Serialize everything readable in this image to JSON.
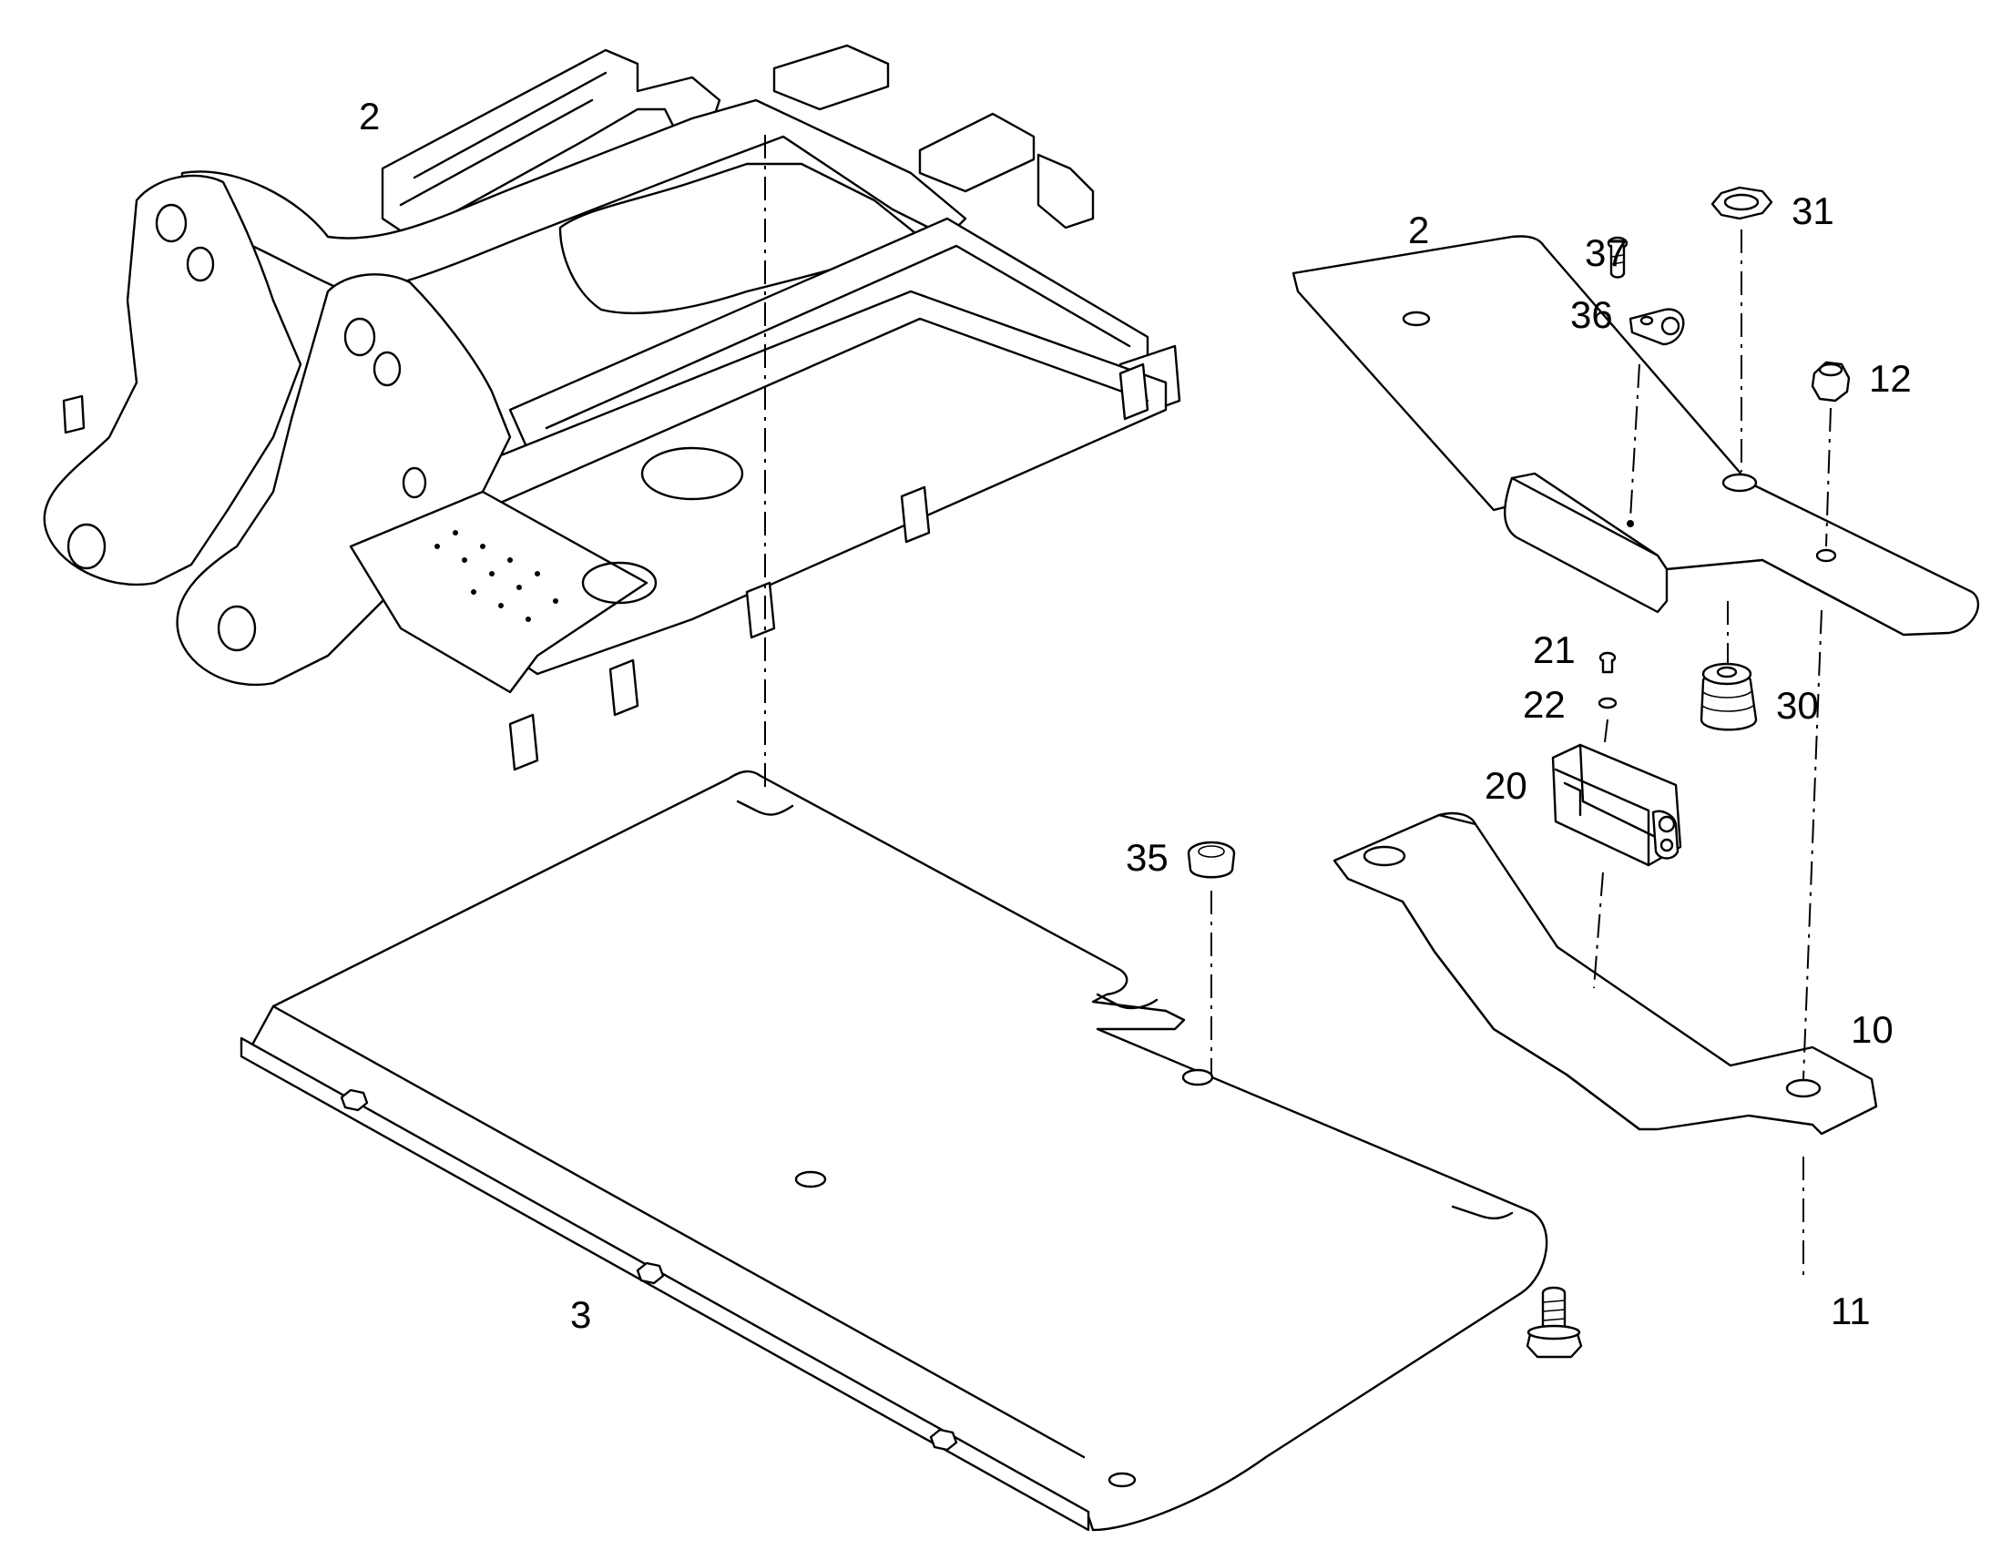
{
  "callouts": {
    "frame_main": "2",
    "bracket_top": "2",
    "plate": "3",
    "bracket_lower": "10",
    "bolt": "11",
    "nut": "12",
    "switch_box": "20",
    "screw_small": "21",
    "washer_small": "22",
    "grommet": "30",
    "lock_nut": "31",
    "plug": "35",
    "clamp": "36",
    "screw_clamp": "37"
  }
}
